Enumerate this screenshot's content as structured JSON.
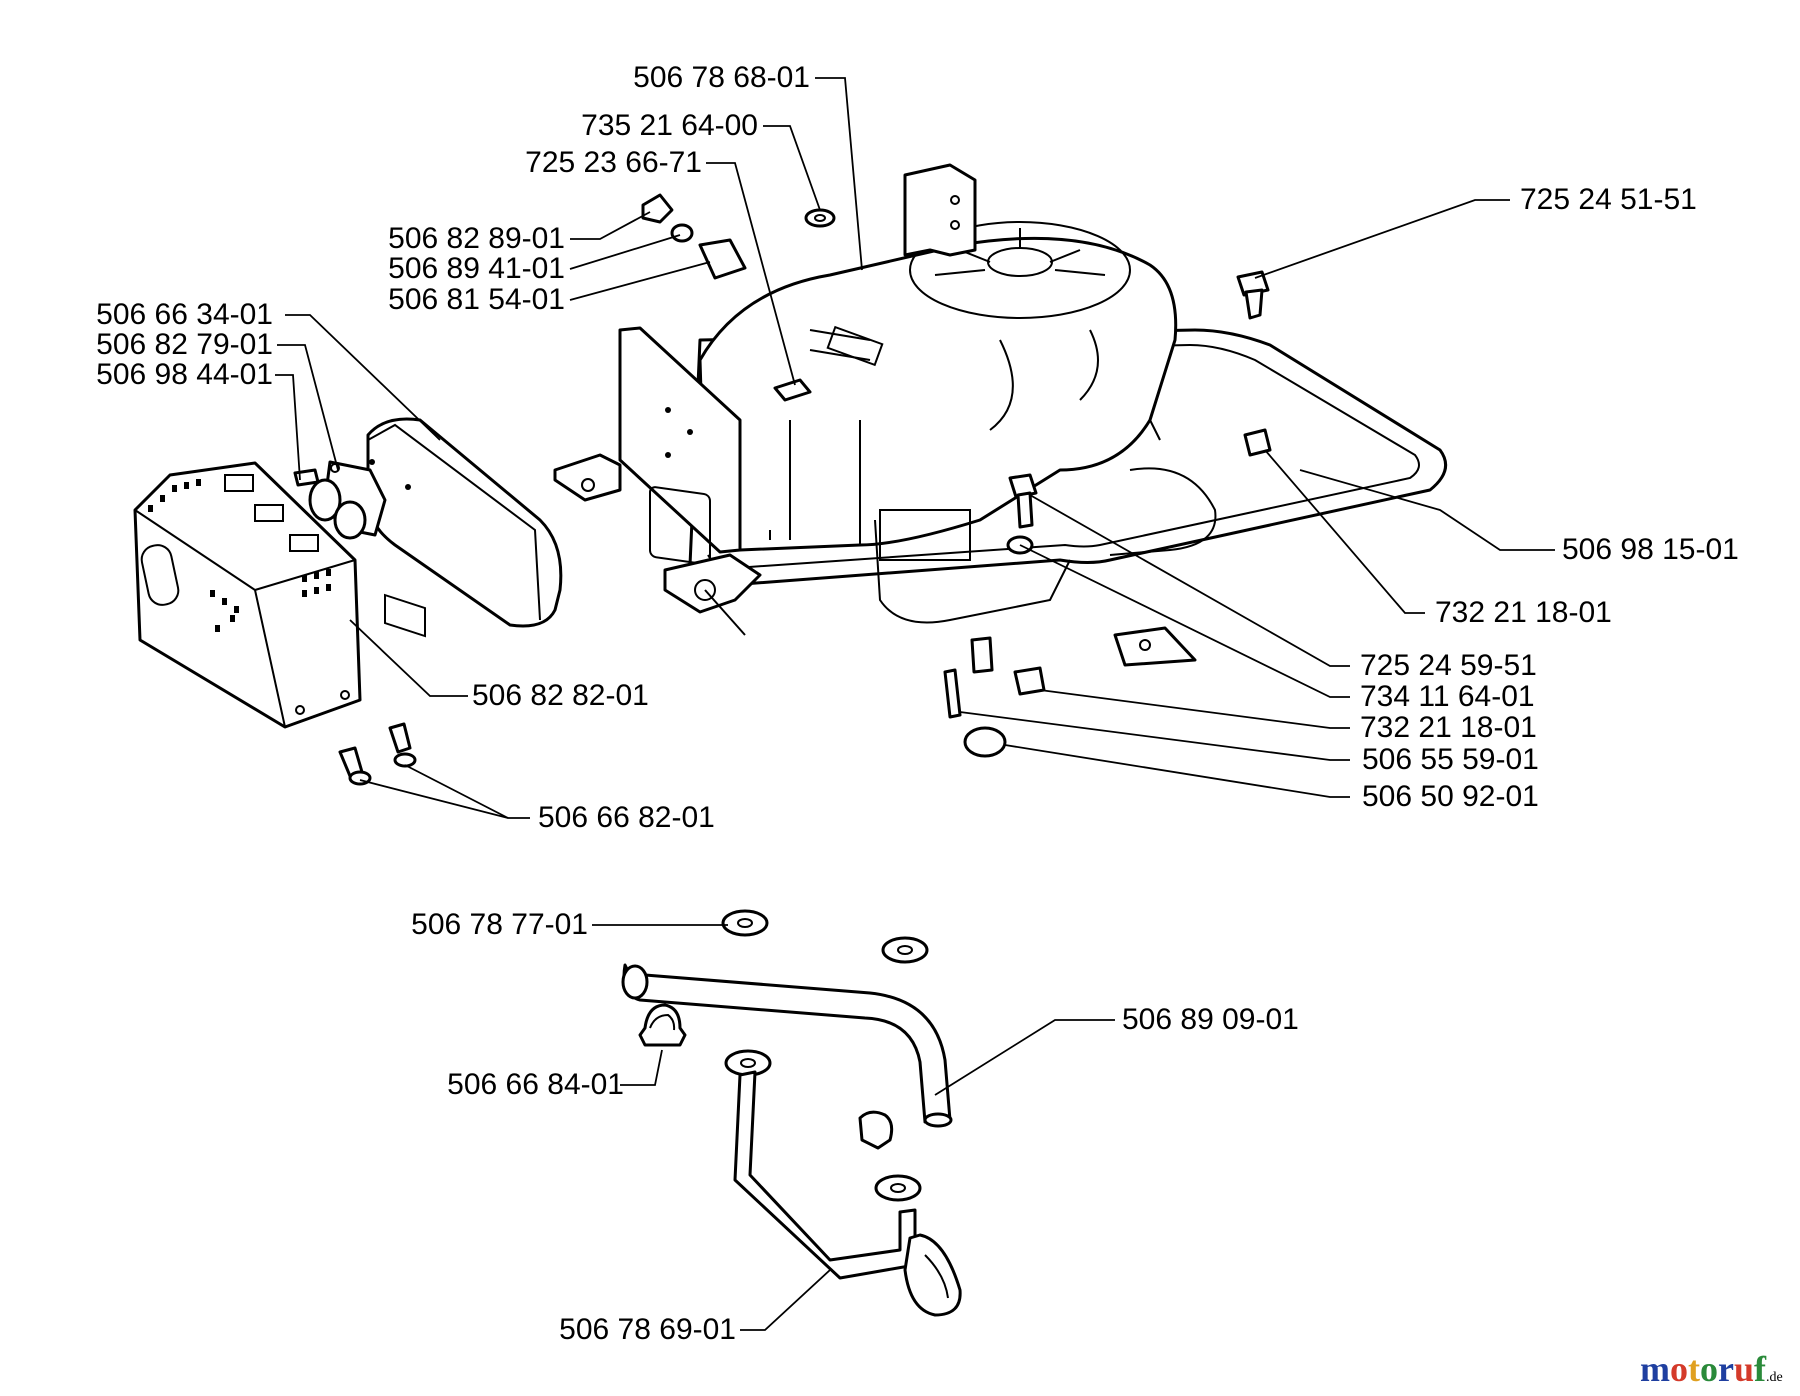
{
  "labels": {
    "p_506786801": "506 78 68-01",
    "p_735216400": "735 21 64-00",
    "p_725236671": "725 23 66-71",
    "p_506828901": "506 82 89-01",
    "p_506894101": "506 89 41-01",
    "p_506815401": "506 81 54-01",
    "p_506663401": "506 66 34-01",
    "p_506827901": "506 82 79-01",
    "p_506984401": "506 98 44-01",
    "p_725245151": "725 24 51-51",
    "p_506981501": "506 98 15-01",
    "p_732211801_a": "732 21 18-01",
    "p_725245951": "725 24 59-51",
    "p_734116401": "734 11 64-01",
    "p_732211801_b": "732 21 18-01",
    "p_506555901": "506 55 59-01",
    "p_506509201": "506 50 92-01",
    "p_506828201": "506 82 82-01",
    "p_506668201": "506 66 82-01",
    "p_506787701": "506 78 77-01",
    "p_506890901": "506 89 09-01",
    "p_506668401": "506 66 84-01",
    "p_506786901": "506 78 69-01"
  },
  "brand": {
    "letters": [
      "m",
      "o",
      "t",
      "o",
      "r",
      "u",
      "f"
    ],
    "colors": [
      "#1f3fa0",
      "#d43a2a",
      "#e0a020",
      "#2a8a3a",
      "#1f3fa0",
      "#d43a2a",
      "#2a8a3a"
    ],
    "tld": ".de"
  }
}
